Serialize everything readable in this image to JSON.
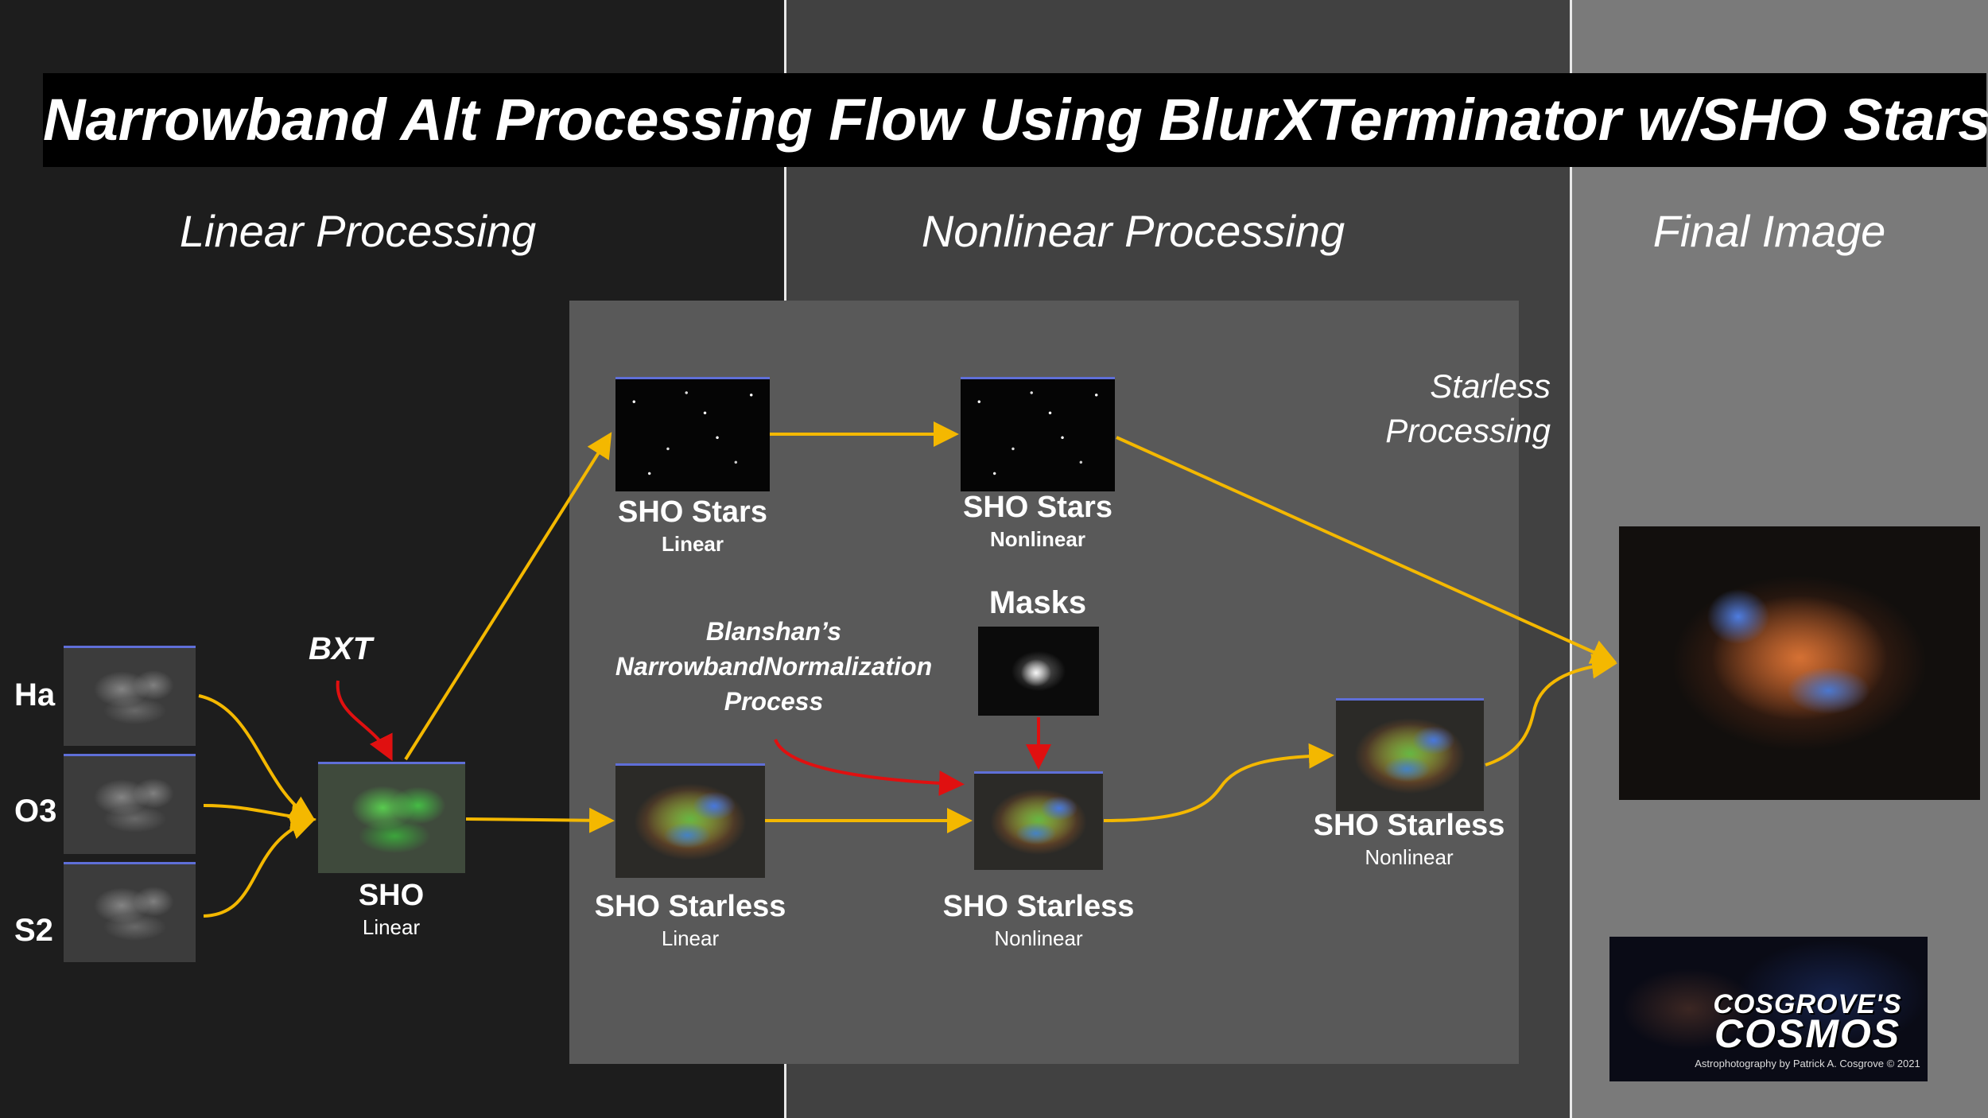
{
  "title": "Narrowband Alt Processing Flow Using BlurXTerminator w/SHO Stars",
  "sections": {
    "linear": "Linear Processing",
    "nonlinear": "Nonlinear Processing",
    "final": "Final Image",
    "starless_line1": "Starless",
    "starless_line2": "Processing"
  },
  "channels": {
    "ha": "Ha",
    "o3": "O3",
    "s2": "S2"
  },
  "nodes": {
    "sho": {
      "title": "SHO",
      "sub": "Linear"
    },
    "stars_linear": {
      "title": "SHO Stars",
      "sub": "Linear"
    },
    "stars_nonlinear": {
      "title": "SHO Stars",
      "sub": "Nonlinear"
    },
    "starless_linear": {
      "title": "SHO Starless",
      "sub": "Linear"
    },
    "starless_nonlinear": {
      "title": "SHO Starless",
      "sub": "Nonlinear"
    },
    "starless_nonlinear2": {
      "title": "SHO Starless",
      "sub": "Nonlinear"
    }
  },
  "annotations": {
    "bxt": "BXT",
    "nbn_line1": "Blanshan’s",
    "nbn_line2": "NarrowbandNormalization",
    "nbn_line3": "Process",
    "masks": "Masks"
  },
  "logo": {
    "name": "COSGROVE'S",
    "name2": "COSMOS",
    "credit": "Astrophotography by Patrick A. Cosgrove © 2021"
  },
  "colors": {
    "flow_arrow": "#f4b800",
    "mask_arrow": "#e01010",
    "image_border": "#5f6fd8"
  }
}
